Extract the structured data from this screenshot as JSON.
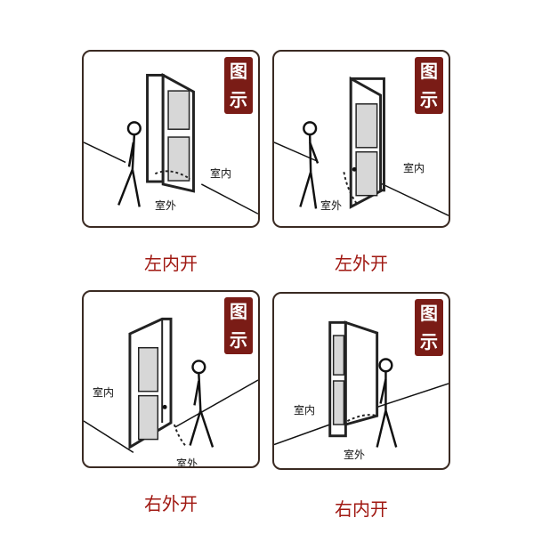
{
  "badge": {
    "line1": "图",
    "line2": "示"
  },
  "labels": {
    "indoor": "室内",
    "outdoor": "室外"
  },
  "panels": [
    {
      "caption": "左内开"
    },
    {
      "caption": "左外开"
    },
    {
      "caption": "右外开"
    },
    {
      "caption": "右内开"
    }
  ],
  "colors": {
    "badge_bg": "#7a1c16",
    "caption": "#a01812",
    "frame": "#3a2a22"
  }
}
